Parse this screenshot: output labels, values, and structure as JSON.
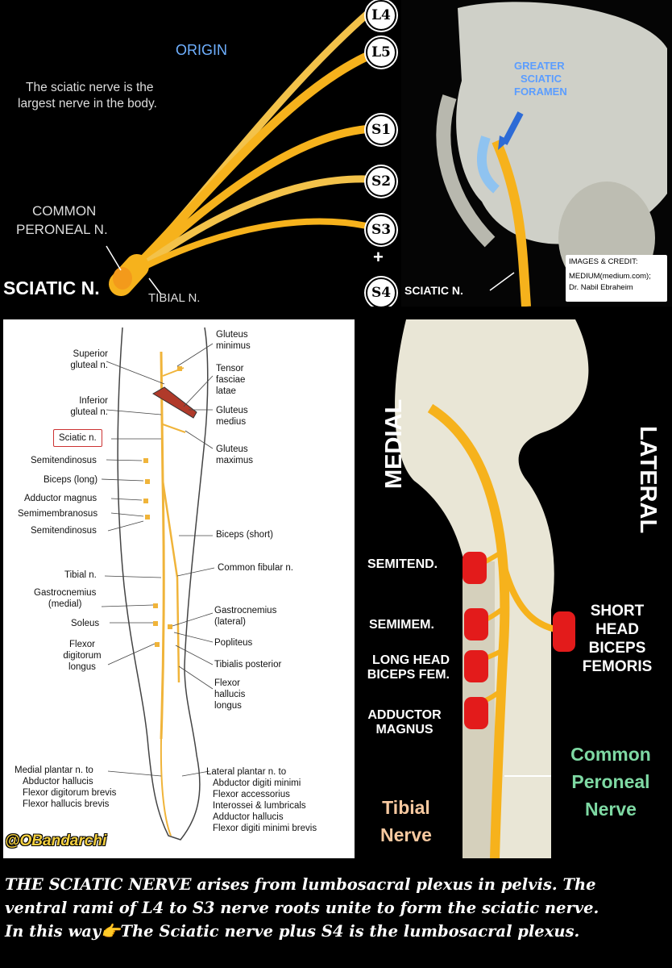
{
  "panel1": {
    "origin": "ORIGIN",
    "intro_line1": "The sciatic nerve is the",
    "intro_line2": "largest nerve in the body.",
    "common_peroneal_1": "COMMON",
    "common_peroneal_2": "PERONEAL N.",
    "sciatic": "SCIATIC N.",
    "tibial": "TIBIAL N.",
    "plus": "+",
    "roots": [
      "L4",
      "L5",
      "S1",
      "S2",
      "S3",
      "S4"
    ]
  },
  "panel2": {
    "foramen_1": "GREATER",
    "foramen_2": "SCIATIC",
    "foramen_3": "FORAMEN",
    "sciatic": "SCIATIC N.",
    "credit_1": "IMAGES & CREDIT:",
    "credit_2": "MEDIUM(medium.com);",
    "credit_3": "Dr. Nabil Ebraheim"
  },
  "panel3": {
    "left_labels": [
      {
        "l1": "Superior",
        "l2": "gluteal n."
      },
      {
        "l1": "Inferior",
        "l2": "gluteal n."
      }
    ],
    "sciatic_box": "Sciatic n.",
    "muscles_left": [
      "Semitendinosus",
      "Biceps (long)",
      "Adductor magnus",
      "Semimembranosus",
      "Semitendinosus"
    ],
    "tibial": "Tibial n.",
    "gastro_medial_1": "Gastrocnemius",
    "gastro_medial_2": "(medial)",
    "soleus": "Soleus",
    "fdl_1": "Flexor",
    "fdl_2": "digitorum",
    "fdl_3": "longus",
    "medial_plantar": [
      "Medial plantar n. to",
      "Abductor hallucis",
      "Flexor digitorum brevis",
      "Flexor hallucis brevis"
    ],
    "right_top": [
      {
        "l1": "Gluteus",
        "l2": "minimus"
      },
      {
        "l1": "Tensor",
        "l2": "fasciae",
        "l3": "latae"
      },
      {
        "l1": "Gluteus",
        "l2": "medius"
      },
      {
        "l1": "Gluteus",
        "l2": "maximus"
      }
    ],
    "biceps_short": "Biceps (short)",
    "common_fibular": "Common fibular n.",
    "gastro_lateral_1": "Gastrocnemius",
    "gastro_lateral_2": "(lateral)",
    "popliteus": "Popliteus",
    "tibialis_posterior": "Tibialis posterior",
    "fhl_1": "Flexor",
    "fhl_2": "hallucis",
    "fhl_3": "longus",
    "lateral_plantar": [
      "Lateral plantar n. to",
      "Abductor digiti minimi",
      "Flexor accessorius",
      "Interossei & lumbricals",
      "Adductor hallucis",
      "Flexor digiti minimi brevis"
    ],
    "watermark": "@OBandarchi"
  },
  "panel4": {
    "medial": "MEDIAL",
    "lateral": "LATERAL",
    "semitend": "SEMITEND.",
    "semimem": "SEMIMEM.",
    "long_head_1": "LONG HEAD",
    "long_head_2": "BICEPS FEM.",
    "adductor_1": "ADDUCTOR",
    "adductor_2": "MAGNUS",
    "short_head_1": "SHORT",
    "short_head_2": "HEAD",
    "short_head_3": "BICEPS",
    "short_head_4": "FEMORIS",
    "common_peroneal_1": "Common",
    "common_peroneal_2": "Peroneal",
    "common_peroneal_3": "Nerve",
    "tibial_1": "Tibial",
    "tibial_2": "Nerve"
  },
  "caption": {
    "line1": "THE SCIATIC NERVE arises from lumbosacral plexus in pelvis. The",
    "line2": "ventral rami of L4 to S3 nerve roots unite to form the sciatic nerve.",
    "line3_a": "In this way",
    "line3_icon": "👉",
    "line3_b": "The Sciatic nerve plus S4 is the lumbosacral plexus."
  },
  "colors": {
    "nerve": "#f6b21c",
    "pad": "#e31b1b",
    "foramen": "#2d6bd6",
    "green_text": "#7ed9a3"
  }
}
